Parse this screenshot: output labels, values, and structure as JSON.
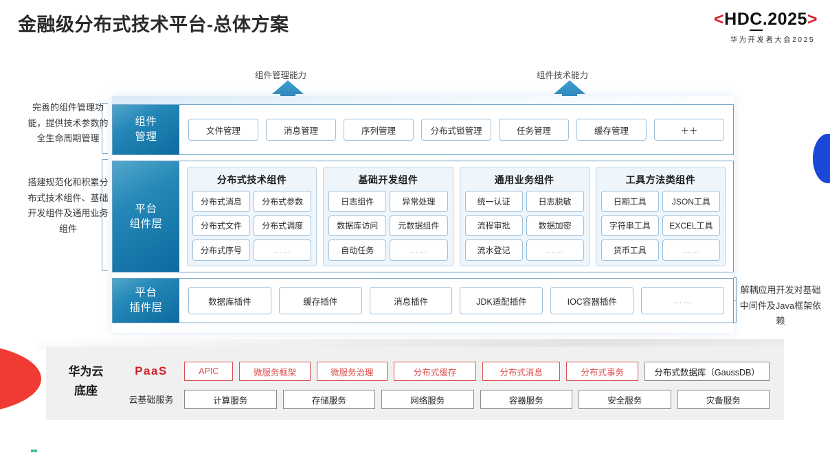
{
  "header": {
    "title": "金融级分布式技术平台-总体方案",
    "logo": {
      "bracket_left": "<",
      "bracket_right": ">",
      "main_pre": "HD",
      "main_c": "C",
      "main_post": ".2025",
      "subtitle": "华为开发者大会2025",
      "bracket_color": "#d7222a"
    }
  },
  "capabilities": [
    {
      "label": "组件管理能力"
    },
    {
      "label": "组件技术能力"
    }
  ],
  "annotations": {
    "left": [
      "完善的组件管理功能，提供技术参数的全生命周期管理",
      "搭建规范化和积累分布式技术组件、基础开发组件及通用业务组件"
    ],
    "right": [
      "解耦应用开发对基础中间件及Java框架依赖"
    ]
  },
  "diagram": {
    "rows": [
      {
        "name": "component-management",
        "label": "组件\n管理",
        "label_line1": "组件",
        "label_line2": "管理",
        "chips": [
          "文件管理",
          "消息管理",
          "序列管理",
          "分布式锁管理",
          "任务管理",
          "缓存管理",
          "＋＋"
        ]
      },
      {
        "name": "platform-component-layer",
        "label_line1": "平台",
        "label_line2": "组件层",
        "groups": [
          {
            "title": "分布式技术组件",
            "items": [
              "分布式消息",
              "分布式参数",
              "分布式文件",
              "分布式调度",
              "分布式序号",
              "……"
            ]
          },
          {
            "title": "基础开发组件",
            "items": [
              "日志组件",
              "异常处理",
              "数据库访问",
              "元数据组件",
              "自动任务",
              "……"
            ]
          },
          {
            "title": "通用业务组件",
            "items": [
              "统一认证",
              "日志脱敏",
              "流程审批",
              "数据加密",
              "流水登记",
              "……"
            ]
          },
          {
            "title": "工具方法类组件",
            "items": [
              "日期工具",
              "JSON工具",
              "字符串工具",
              "EXCEL工具",
              "货币工具",
              "……"
            ]
          }
        ]
      },
      {
        "name": "platform-plugin-layer",
        "label_line1": "平台",
        "label_line2": "插件层",
        "chips": [
          "数据库插件",
          "缓存插件",
          "消息插件",
          "JDK适配插件",
          "IOC容器插件",
          "……"
        ]
      }
    ]
  },
  "base": {
    "title_line1": "华为云",
    "title_line2": "底座",
    "paas_label": "PaaS",
    "cloud_infra_label": "云基础服务",
    "paas_services": [
      {
        "label": "APIC",
        "style": "red",
        "width": 72
      },
      {
        "label": "微服务框架",
        "style": "red",
        "width": 104
      },
      {
        "label": "微服务治理",
        "style": "red",
        "width": 104
      },
      {
        "label": "分布式缓存",
        "style": "red",
        "width": 121
      },
      {
        "label": "分布式消息",
        "style": "red",
        "width": 114
      },
      {
        "label": "分布式事务",
        "style": "red",
        "width": 106
      },
      {
        "label": "分布式数据库（GaussDB）",
        "style": "neutral",
        "width": 183
      }
    ],
    "cloud_services": [
      "计算服务",
      "存储服务",
      "网络服务",
      "容器服务",
      "安全服务",
      "灾备服务"
    ]
  },
  "colors": {
    "brand_red": "#d7222a",
    "paas_red": "#cf2027",
    "band_blue_light": "#55a7cb",
    "band_blue_dark": "#0d6a9e",
    "accent_blue_dot": "#1a47d8",
    "wedge_red": "#ef3b33",
    "tick_green": "#4bc08a"
  }
}
